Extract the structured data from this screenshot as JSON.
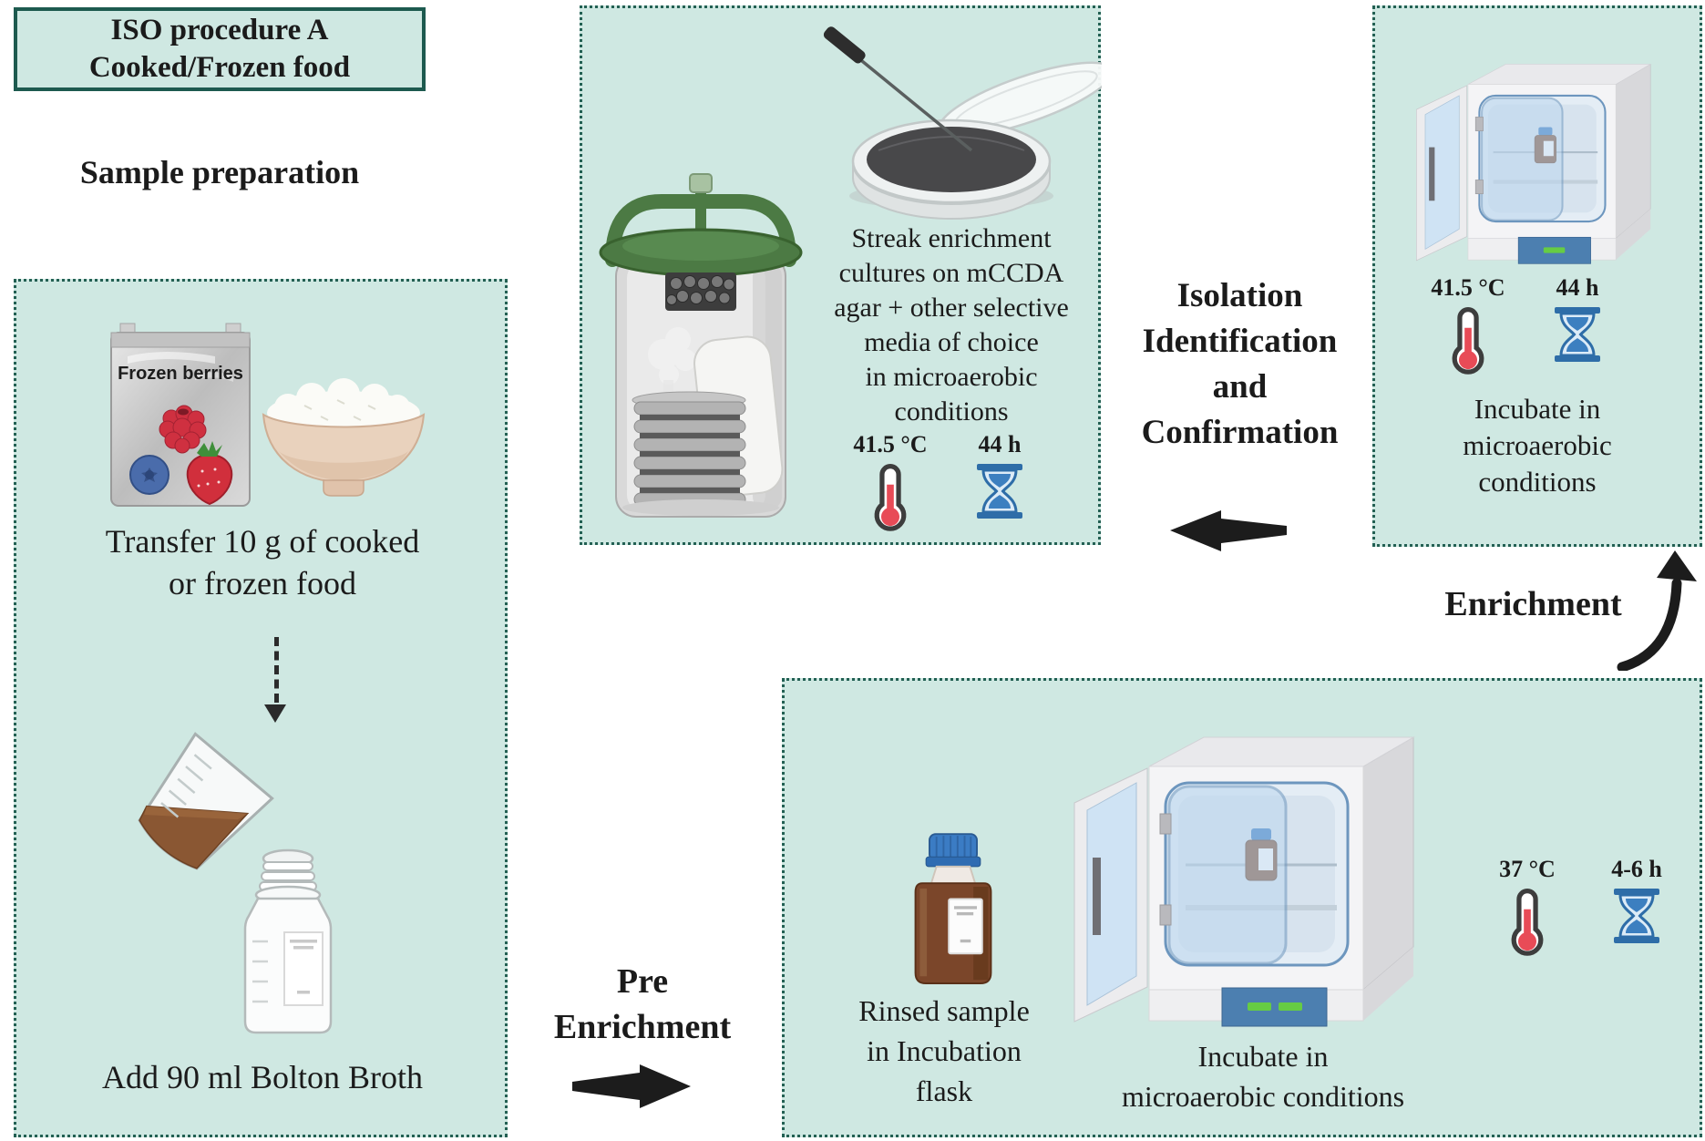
{
  "title_box": {
    "line1": "ISO procedure A",
    "line2": "Cooked/Frozen food"
  },
  "headings": {
    "sample_preparation": "Sample preparation"
  },
  "flow_labels": {
    "pre_enrichment_line1": "Pre",
    "pre_enrichment_line2": "Enrichment",
    "enrichment": "Enrichment",
    "isolation_lines": [
      "Isolation",
      "Identification",
      "and",
      "Confirmation"
    ]
  },
  "left_panel": {
    "bag_label": "Frozen berries",
    "transfer_lines": [
      "Transfer 10 g of cooked",
      "or frozen food"
    ],
    "add_text": "Add 90 ml Bolton Broth"
  },
  "streak_panel": {
    "lines": [
      "Streak enrichment",
      "cultures on mCCDA",
      "agar + other selective",
      "media of choice",
      "in microaerobic",
      "conditions"
    ],
    "temperature": "41.5 °C",
    "time": "44 h"
  },
  "incubation_panel_top": {
    "temperature": "41.5 °C",
    "time": "44 h",
    "caption_lines": [
      "Incubate in",
      "microaerobic",
      "conditions"
    ]
  },
  "incubation_panel_bottom": {
    "flask_caption_lines": [
      "Rinsed sample",
      "in Incubation",
      "flask"
    ],
    "caption_lines": [
      "Incubate in",
      "microaerobic conditions"
    ],
    "temperature": "37 °C",
    "time": "4-6 h"
  },
  "colors": {
    "panel_background": "#cfe8e2",
    "panel_border": "#236053",
    "arrow_black": "#1c1c1c",
    "thermometer_red": "#e84b57",
    "hourglass_blue": "#3c7fc0",
    "jar_green": "#4c7a44",
    "incubator_panel_blue": "#4c7fb0",
    "broth_brown": "#7b462a",
    "agar_dark": "#48484a"
  }
}
